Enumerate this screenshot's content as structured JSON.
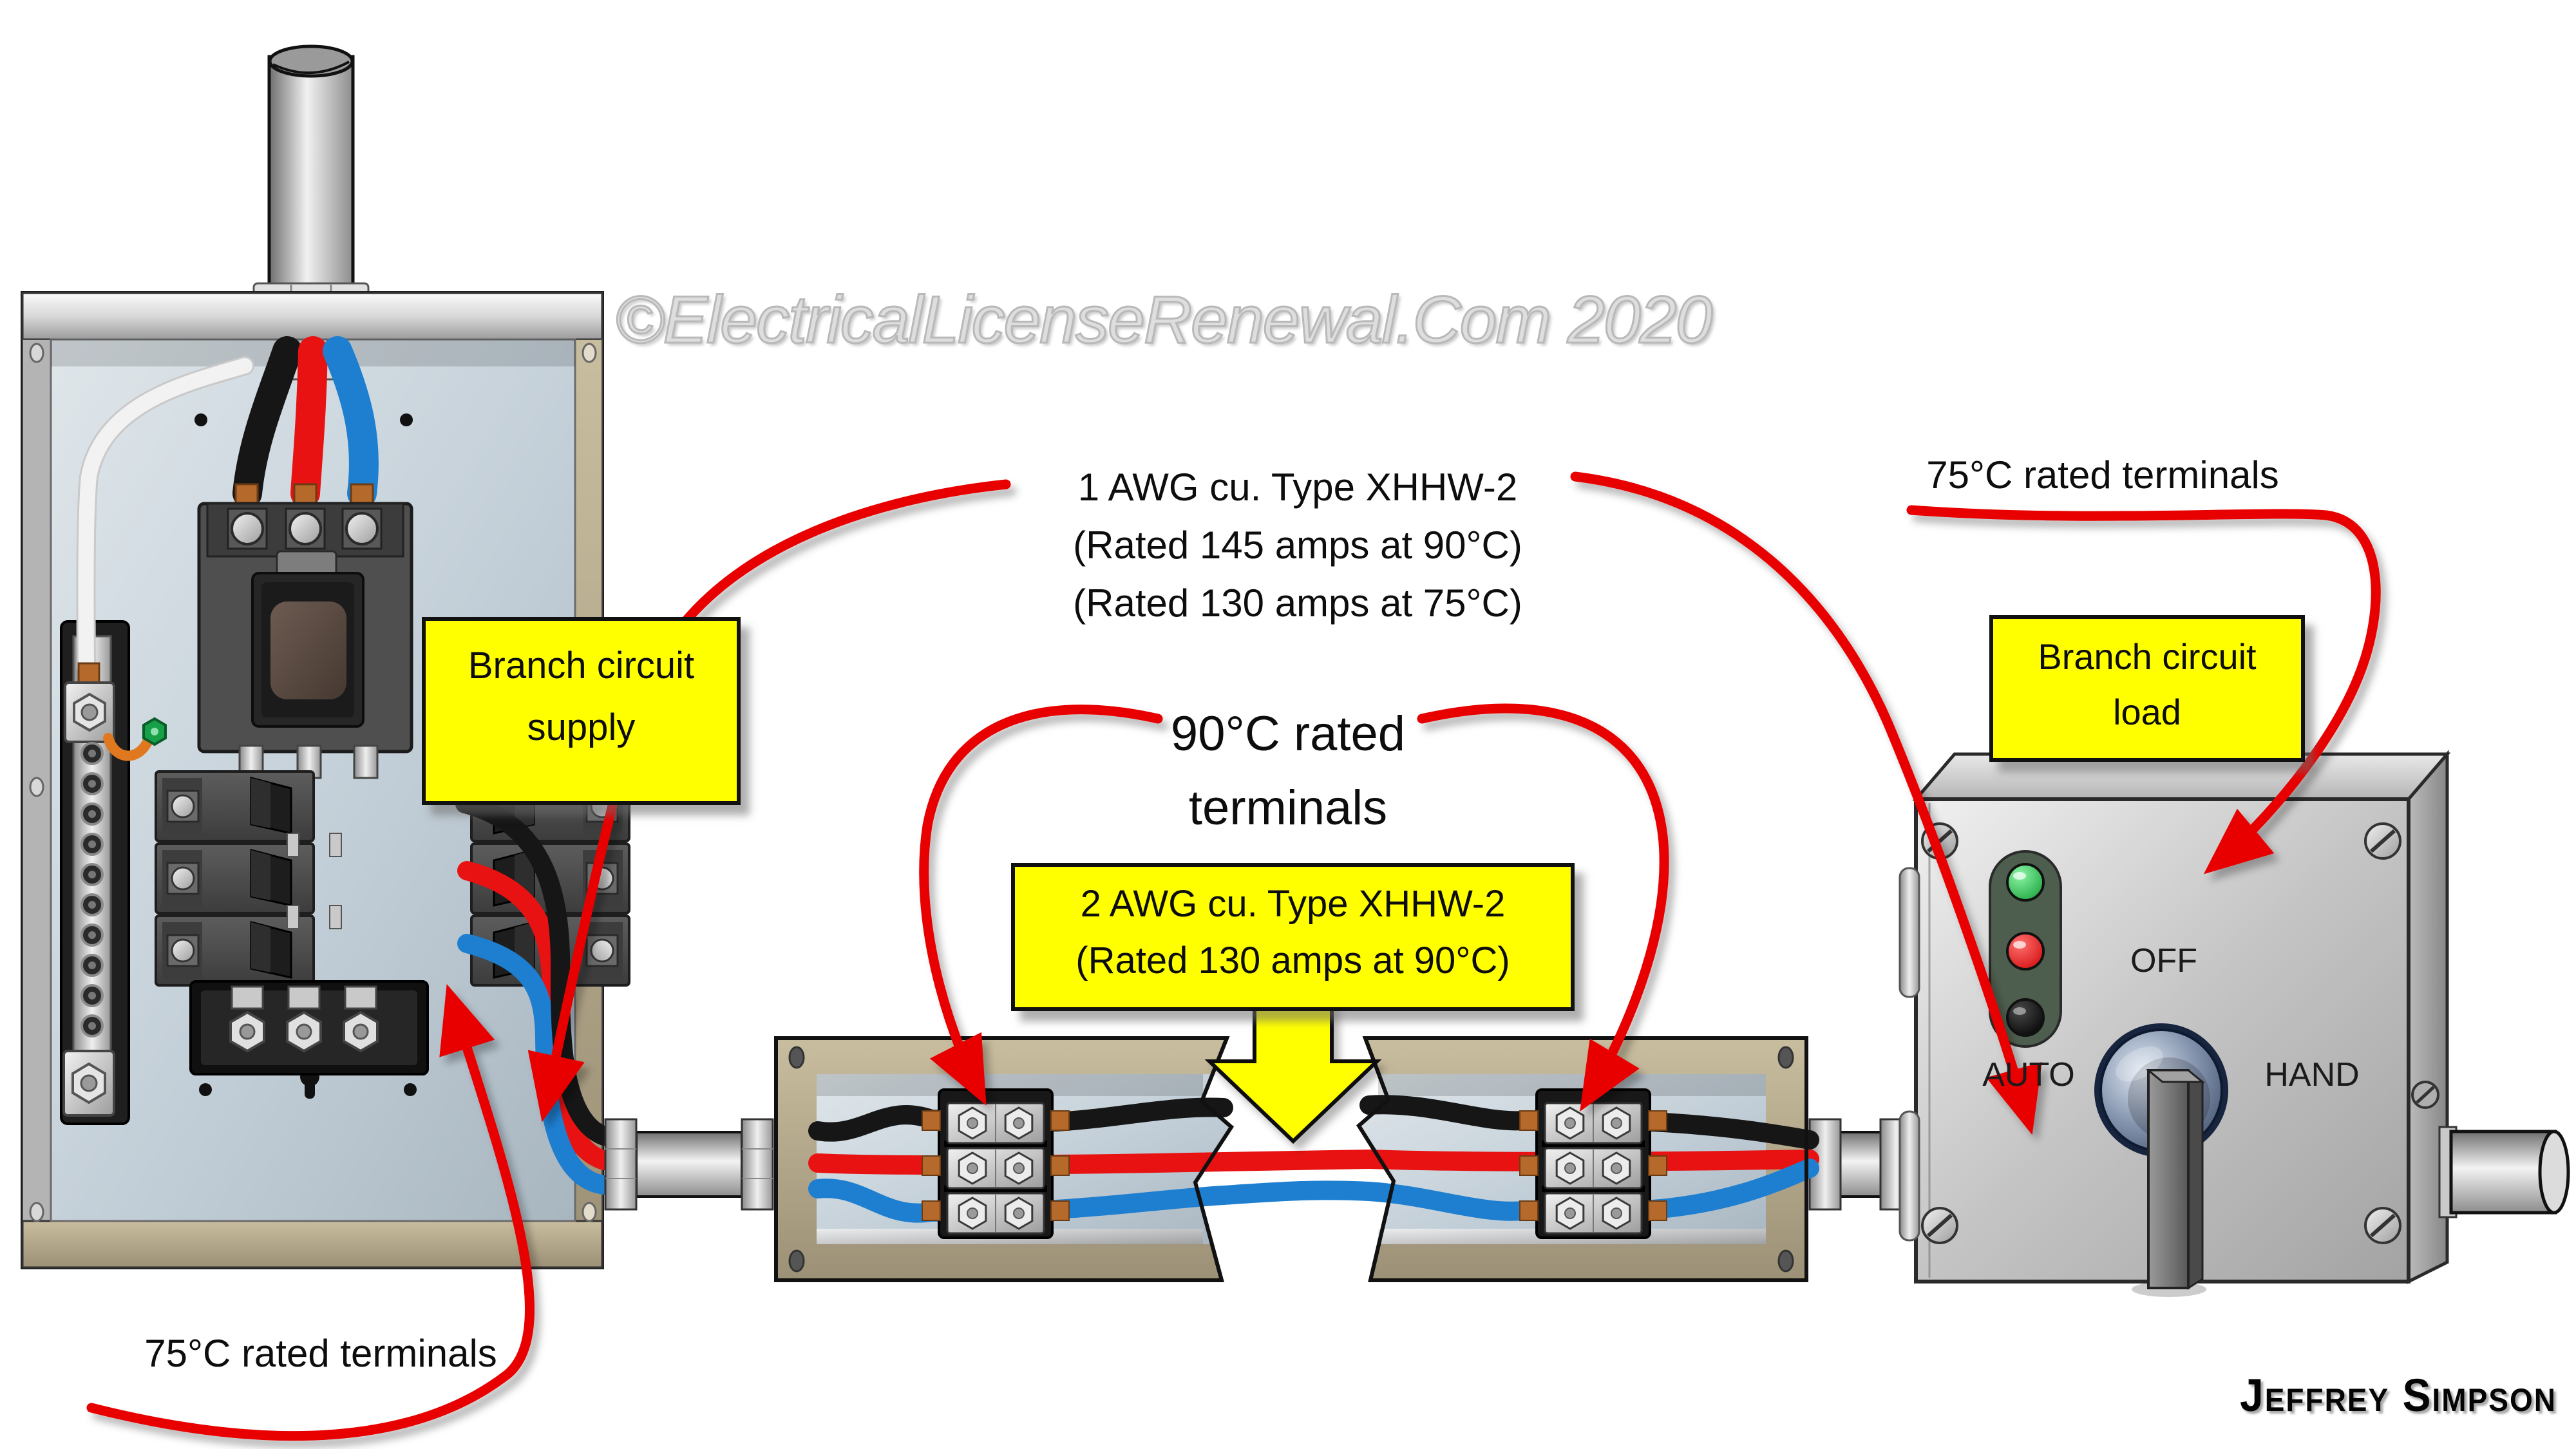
{
  "watermark": {
    "text": "©ElectricalLicenseRenewal.Com 2020"
  },
  "signature": {
    "text": "Jeffrey Simpson"
  },
  "callouts": {
    "feeder_spec": {
      "line1": "1 AWG cu. Type XHHW-2",
      "line2": "(Rated 145 amps at 90°C)",
      "line3": "(Rated 130 amps at 75°C)"
    },
    "terminals_90": {
      "line1": "90°C rated",
      "line2": "terminals"
    },
    "terminals_75_top": {
      "text": "75°C rated terminals"
    },
    "terminals_75_bottom": {
      "text": "75°C rated terminals"
    }
  },
  "labels": {
    "branch_supply": {
      "line1": "Branch circuit",
      "line2": "supply"
    },
    "branch_load": {
      "line1": "Branch circuit",
      "line2": "load"
    },
    "conductor_spec": {
      "line1": "2 AWG cu. Type XHHW-2",
      "line2": "(Rated 130 amps at 90°C)"
    }
  },
  "control_box": {
    "position_off": "OFF",
    "position_auto": "AUTO",
    "position_hand": "HAND"
  },
  "colors": {
    "callout_red": "#e80000",
    "label_yellow": "#ffff00",
    "wire_black": "#161616",
    "wire_red": "#e81212",
    "wire_blue": "#1e7fd0",
    "wire_white": "#f2f2f2",
    "indicator_green": "#22b14c",
    "indicator_red": "#ed1c24",
    "indicator_black": "#111111",
    "enclosure_tan": "#b3a788",
    "interior_gray_blue": "#c3cfd8"
  }
}
